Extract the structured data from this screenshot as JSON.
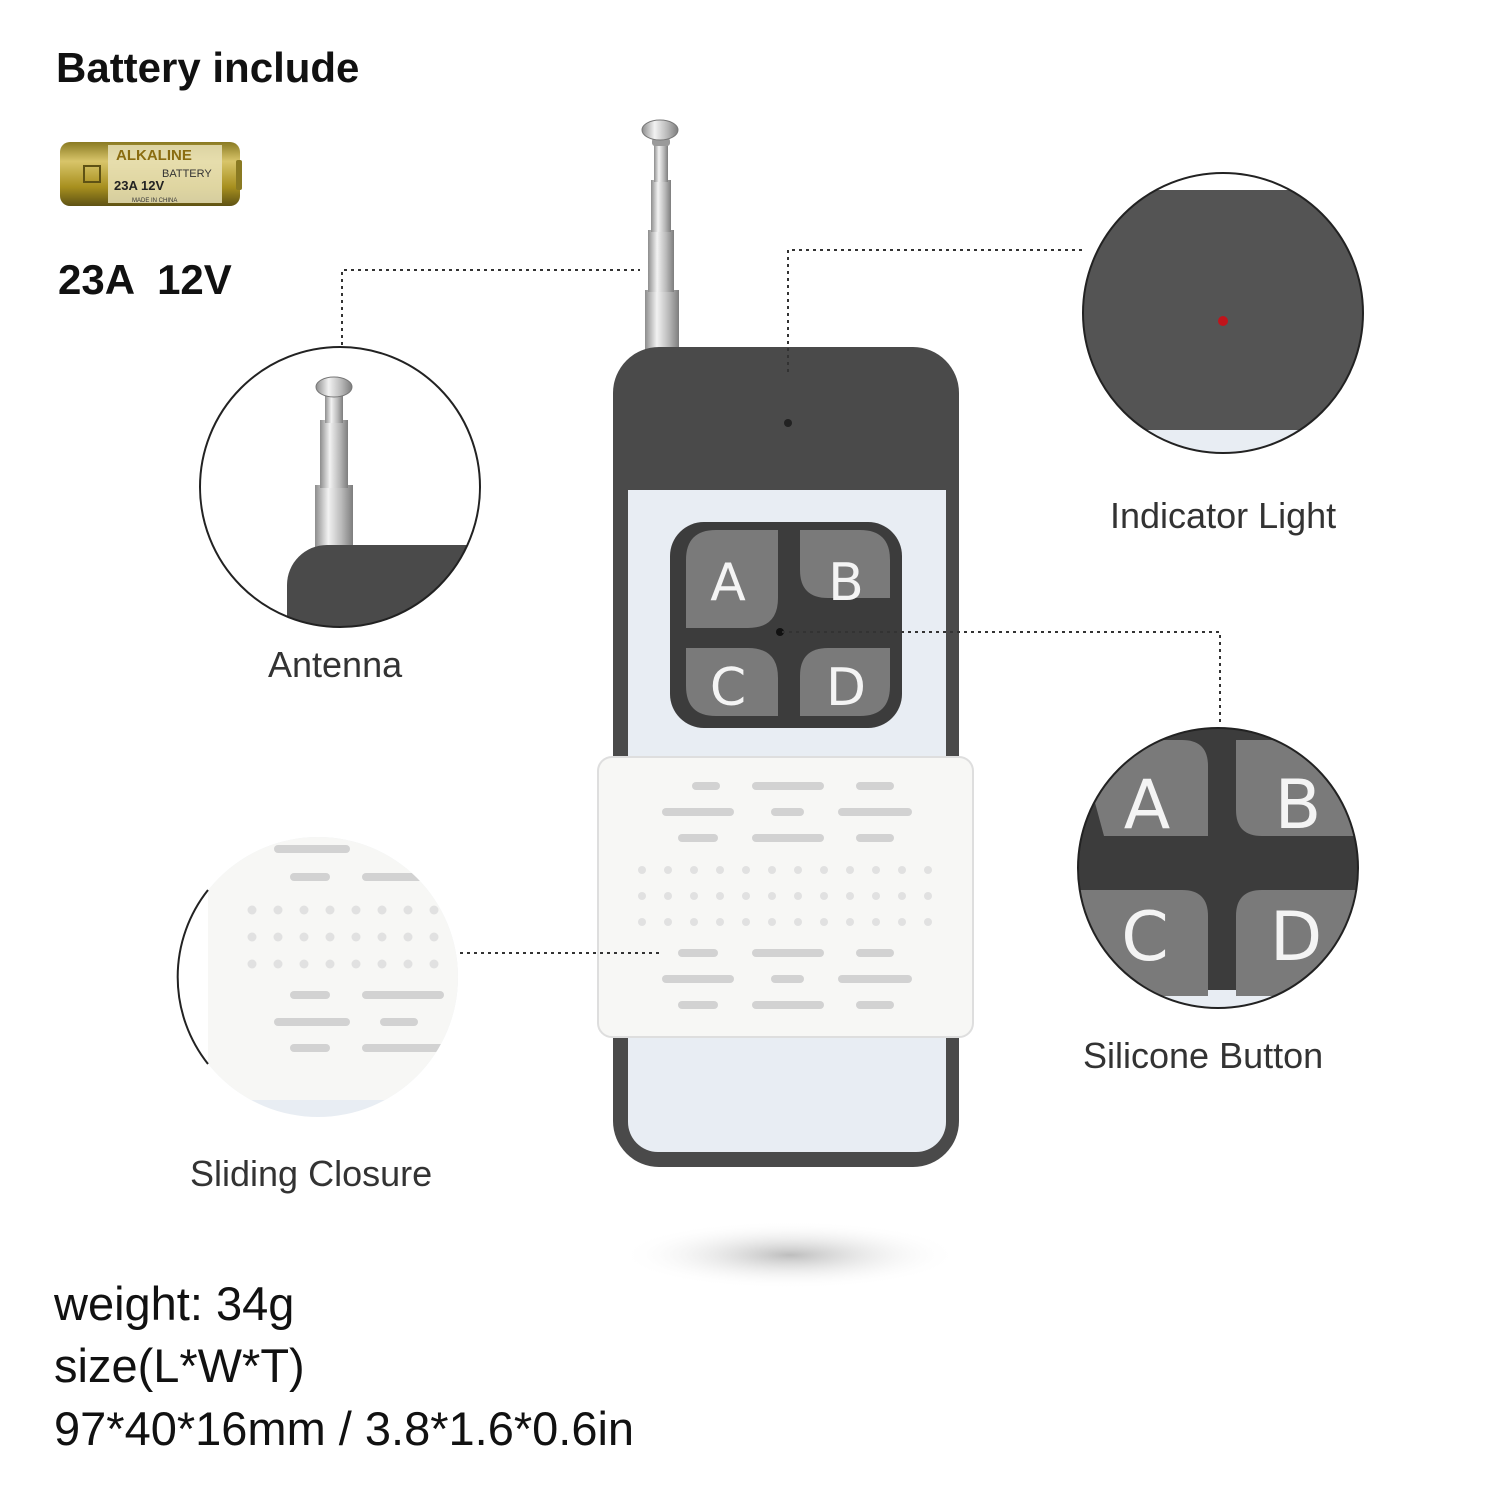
{
  "battery": {
    "title": "Battery include",
    "spec_type": "23A",
    "spec_voltage": "12V",
    "label_brand": "ALKALINE",
    "label_word": "BATTERY",
    "label_model": "23A 12V",
    "label_origin": "MADE IN CHINA"
  },
  "callouts": {
    "antenna": "Antenna",
    "indicator": "Indicator Light",
    "silicone": "Silicone Button",
    "sliding": "Sliding Closure"
  },
  "buttons": {
    "a": "A",
    "b": "B",
    "c": "C",
    "d": "D"
  },
  "specs": {
    "weight": "weight: 34g",
    "size_label": "size(L*W*T)",
    "dimensions": "97*40*16mm / 3.8*1.6*0.6in"
  },
  "colors": {
    "body_dark": "#4a4a4a",
    "panel_light": "#e8edf3",
    "button_gray": "#7a7a7a",
    "indicator_red": "#c0141b",
    "battery_gold": "#b49a2c"
  }
}
